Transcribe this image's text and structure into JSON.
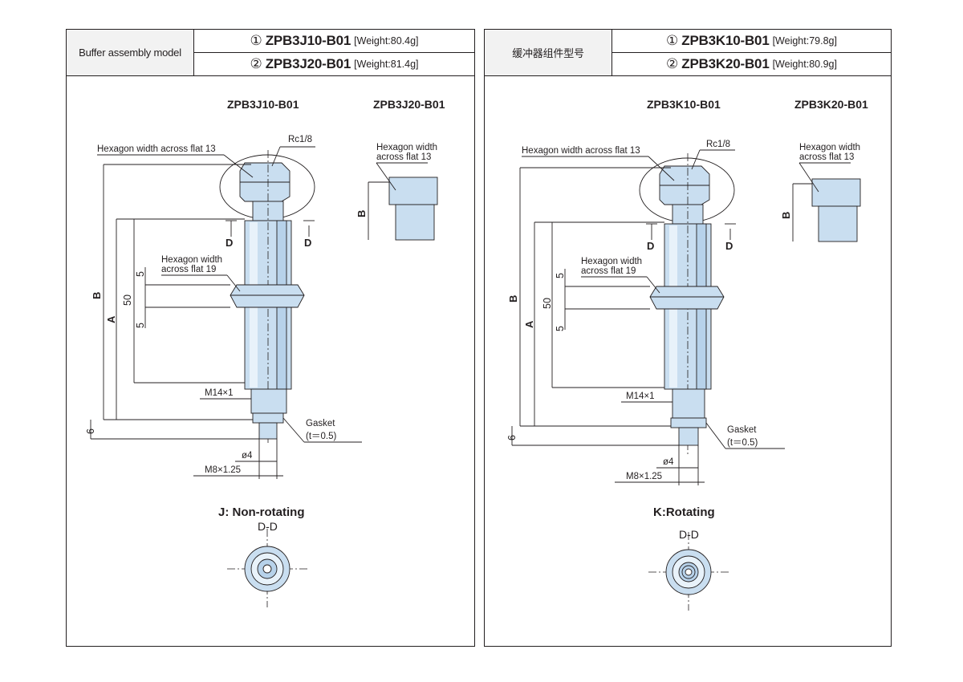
{
  "panels": [
    {
      "header_label": "Buffer assembly model",
      "rows": [
        {
          "num": "①",
          "model": "ZPB3J10-B01",
          "weight": "[Weight:80.4g]"
        },
        {
          "num": "②",
          "model": "ZPB3J20-B01",
          "weight": "[Weight:81.4g]"
        }
      ],
      "view1_title": "ZPB3J10-B01",
      "view2_title": "ZPB3J20-B01",
      "labels": {
        "hex13": "Hexagon width across flat 13",
        "rc": "Rc1/8",
        "hex13_small_1": "Hexagon width",
        "hex13_small_2": "across flat 13",
        "hex19_1": "Hexagon width",
        "hex19_2": "across flat 19",
        "d": "D",
        "b": "B",
        "a": "A",
        "dim50": "50",
        "dim5": "5",
        "dim6": "6",
        "m14": "M14×1",
        "gasket": "Gasket",
        "gasket_t": "(t＝0.5)",
        "phi4": "ø4",
        "m8": "M8×1.25"
      },
      "caption": "J: Non-rotating",
      "section": "D-D"
    },
    {
      "header_label": "缓冲器组件型号",
      "rows": [
        {
          "num": "①",
          "model": "ZPB3K10-B01",
          "weight": "[Weight:79.8g]"
        },
        {
          "num": "②",
          "model": "ZPB3K20-B01",
          "weight": "[Weight:80.9g]"
        }
      ],
      "view1_title": "ZPB3K10-B01",
      "view2_title": "ZPB3K20-B01",
      "labels": {
        "hex13": "Hexagon width across flat 13",
        "rc": "Rc1/8",
        "hex13_small_1": "Hexagon width",
        "hex13_small_2": "across flat 13",
        "hex19_1": "Hexagon width",
        "hex19_2": "across flat 19",
        "d": "D",
        "b": "B",
        "a": "A",
        "dim50": "50",
        "dim5": "5",
        "dim6": "6",
        "m14": "M14×1",
        "gasket": "Gasket",
        "gasket_t": "(t＝0.5)",
        "phi4": "ø4",
        "m8": "M8×1.25"
      },
      "caption": "K:Rotating",
      "section": "D-D"
    }
  ]
}
